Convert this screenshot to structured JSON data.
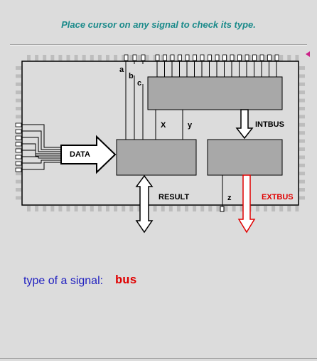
{
  "instruction": "Place cursor on any signal to check its type.",
  "signals": {
    "a": "a",
    "b": "b",
    "c": "c",
    "x": "X",
    "y": "y",
    "z": "z",
    "data": "DATA",
    "intbus": "INTBUS",
    "result": "RESULT",
    "extbus": "EXTBUS"
  },
  "type_label": "type of a signal:",
  "type_value": "bus",
  "colors": {
    "instruction": "#1a8a8a",
    "type_label": "#2020c0",
    "type_value": "#e00000",
    "extbus": "#e00000",
    "block_fill": "#a8a8a8",
    "chip_fill": "#dcdcdc"
  }
}
